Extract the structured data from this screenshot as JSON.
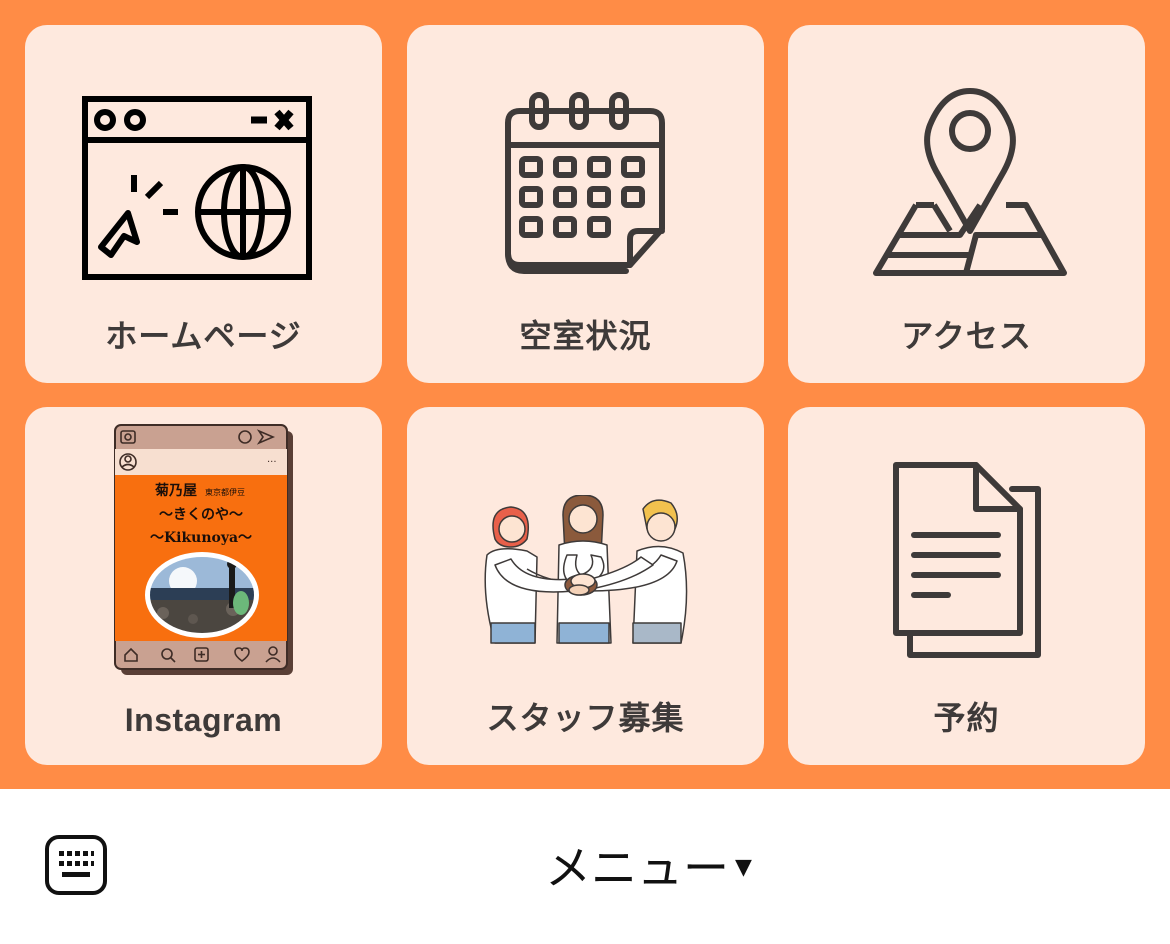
{
  "menu": {
    "background_color": "#FF8C46",
    "tile_color": "#FEE9DE",
    "tiles": [
      {
        "label": "ホームページ",
        "icon": "browser-globe-icon"
      },
      {
        "label": "空室状況",
        "icon": "calendar-icon"
      },
      {
        "label": "アクセス",
        "icon": "map-pin-icon"
      },
      {
        "label": "Instagram",
        "icon": "instagram-post-thumbnail"
      },
      {
        "label": "スタッフ募集",
        "icon": "team-hands-illustration"
      },
      {
        "label": "予約",
        "icon": "documents-icon"
      }
    ],
    "instagram_post": {
      "line1": "菊乃屋",
      "line1_sub": "東京都伊豆",
      "line2": "〜きくのや〜",
      "line3": "〜Kikunoya〜",
      "dots": "···"
    }
  },
  "bottom_bar": {
    "keyboard_icon": "keyboard-icon",
    "menu_label": "メニュー",
    "caret": "▼"
  }
}
